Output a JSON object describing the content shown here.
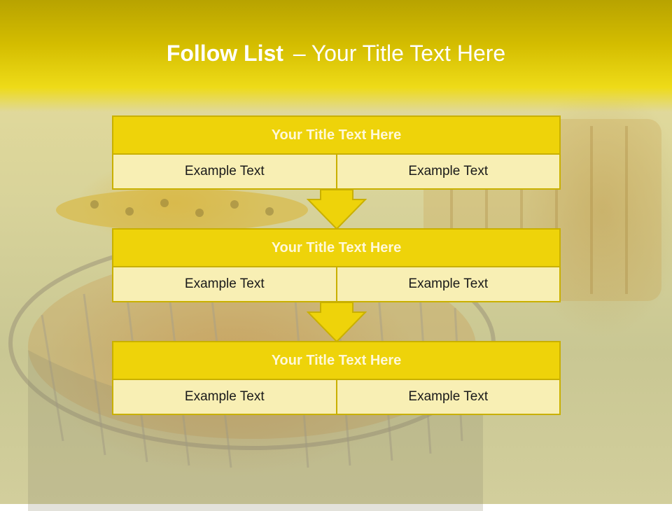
{
  "slide": {
    "title_bold": "Follow List",
    "title_dash": "–",
    "title_rest": "Your Title Text Here"
  },
  "colors": {
    "accent": "#eed30a",
    "border": "#c9b000",
    "cell_fill": "#f8efb4",
    "band": "#d4bd00"
  },
  "blocks": [
    {
      "title": "Your Title Text Here",
      "left": "Example Text",
      "right": "Example Text"
    },
    {
      "title": "Your Title Text Here",
      "left": "Example Text",
      "right": "Example Text"
    },
    {
      "title": "Your Title Text Here",
      "left": "Example Text",
      "right": "Example Text"
    }
  ],
  "connectors": [
    "down-arrow-icon",
    "down-arrow-icon"
  ]
}
